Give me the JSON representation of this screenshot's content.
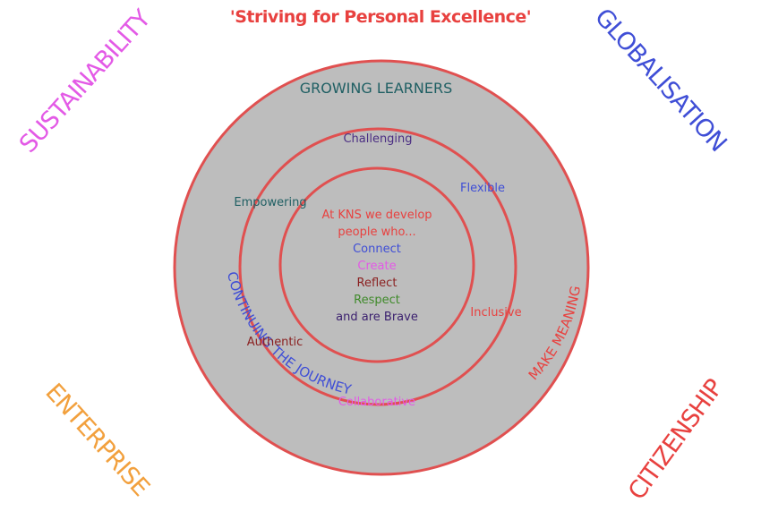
{
  "title": "'Striving for Personal Excellence'",
  "corners": {
    "top_left": "SUSTAINABILITY",
    "top_right": "GLOBALISATION",
    "bottom_left": "ENTERPRISE",
    "bottom_right": "CITIZENSHIP"
  },
  "rings": {
    "outer_top": "GROWING LEARNERS",
    "outer_left": "CONTINUING THE JOURNEY",
    "outer_right": "MAKE MEANING"
  },
  "middle_ring": {
    "challenging": "Challenging",
    "flexible": "Flexible",
    "empowering": "Empowering",
    "inclusive": "Inclusive",
    "authentic": "Authentic",
    "collaborative": "Collaborative"
  },
  "center": {
    "line1": "At KNS we develop",
    "line2": "people who...",
    "connect": "Connect",
    "create": "Create",
    "reflect": "Reflect",
    "respect": "Respect",
    "brave": "and are Brave"
  },
  "colors": {
    "title": "#e8413f",
    "ring_stroke": "#e05050",
    "ring_fill": "#bdbdbd",
    "teal": "#1f5f63",
    "purple": "#4b2e83",
    "blue": "#3f4ed6",
    "pink": "#e35ae6",
    "orange": "#f2a03d",
    "red": "#e8413f",
    "maroon": "#8a1f1f",
    "green": "#3f8a2a",
    "dark_purple": "#3a1f6e"
  }
}
